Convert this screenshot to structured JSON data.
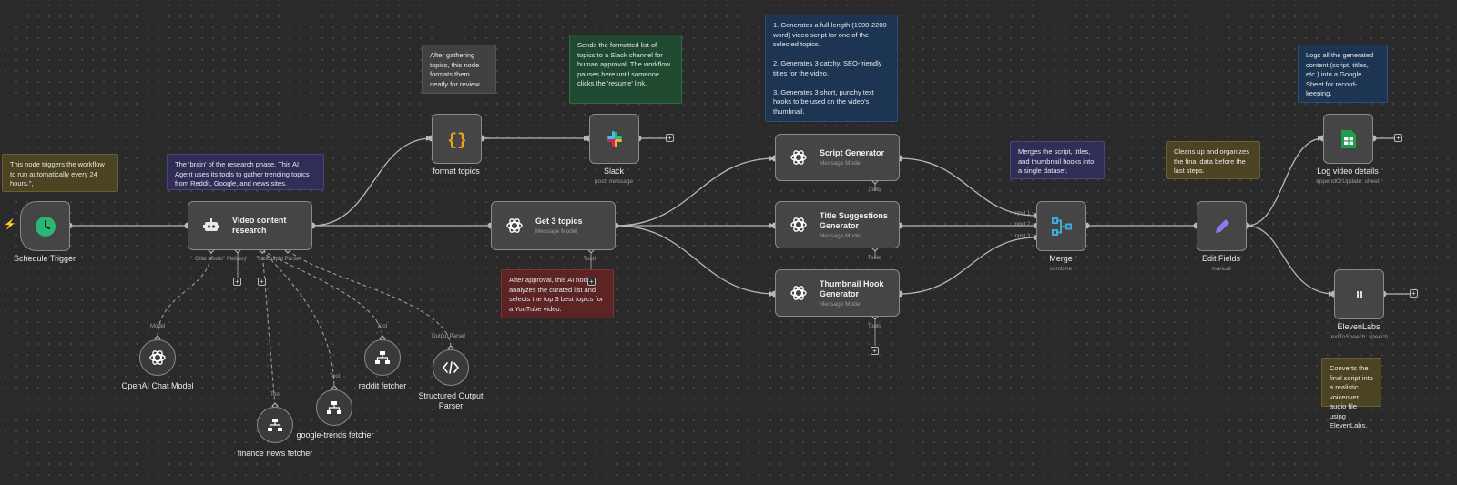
{
  "notes": {
    "schedule": "This node triggers the workflow to run automatically every 24 hours.\",",
    "brain": "The 'brain' of the research phase. This AI Agent uses its tools to gather trending topics from Reddit, Google, and news sites.",
    "format": "After gathering topics, this node formats them neatly for review.",
    "slack": "Sends the formatted list of topics to a Slack channel for human approval. The workflow pauses here until someone clicks the 'resume' link.",
    "scripts": "1. Generates a full-length (1900-2200 word) video script for one of the selected topics.\n\n2. Generates 3 catchy, SEO-friendly titles for the video.\n\n3. Generates 3 short, punchy text hooks to be used on the video's thumbnail.",
    "merge": "Merges the script, titles, and thumbnail hooks into a single dataset.",
    "cleanup": "Cleans up and organizes the final data before the last steps.",
    "log": "Logs all the generated content (script, titles, etc.) into a Google Sheet for record-keeping.",
    "approval": "After approval, this AI node analyzes the curated list and selects the top 3 best topics for a YouTube video.",
    "eleven": "Converts the final script into a realistic voiceover audio file using ElevenLabs."
  },
  "nodes": {
    "schedule": {
      "label": "Schedule Trigger"
    },
    "research": {
      "title": "Video content research"
    },
    "format": {
      "label": "format topics"
    },
    "slack": {
      "label": "Slack",
      "sub": "post: message"
    },
    "get3": {
      "title": "Get 3 topics",
      "sub": "Message Model"
    },
    "script": {
      "title": "Script Generator",
      "sub": "Message Model"
    },
    "titles": {
      "title": "Title Suggestions Generator",
      "sub": "Message Model"
    },
    "thumb": {
      "title": "Thumbnail Hook Generator",
      "sub": "Message Model"
    },
    "merge": {
      "label": "Merge",
      "sub": "combine"
    },
    "edit": {
      "label": "Edit Fields",
      "sub": "manual"
    },
    "log": {
      "label": "Log video details",
      "sub": "appendOrUpdate: sheet"
    },
    "eleven": {
      "label": "ElevenLabs",
      "sub": "textToSpeech: speech"
    },
    "openai": {
      "label": "OpenAI Chat Model"
    },
    "finance": {
      "label": "finance news fetcher"
    },
    "gtrends": {
      "label": "google-trends fetcher"
    },
    "reddit": {
      "label": "reddit fetcher"
    },
    "parser": {
      "label": "Structured Output Parser"
    }
  },
  "handles": {
    "chat_model": "Chat Model",
    "memory": "Memory",
    "tool": "Tool",
    "output_parser": "Output Parser",
    "tools": "Tools",
    "model": "Model",
    "input1": "Input 1",
    "input2": "Input 2",
    "input3": "Input 3"
  },
  "icons": {
    "plus": "+",
    "bolt": "⚡"
  },
  "colors": {
    "canvas": "#2a2a2a",
    "node": "#454545",
    "wire": "#b8b8b8",
    "openai": "#ffffff",
    "format": "#f0a020",
    "schedule": "#2bb673",
    "merge": "#3fa9d8",
    "edit": "#8a7cf0",
    "sheets": "#1e9d4e"
  }
}
